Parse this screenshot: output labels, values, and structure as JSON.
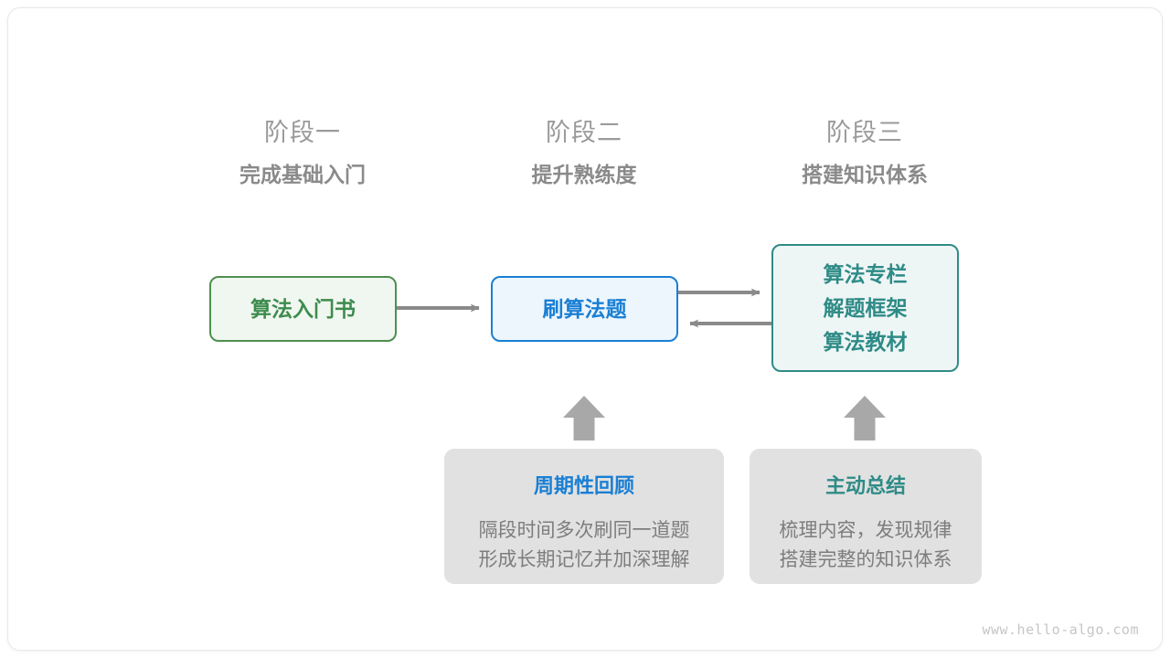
{
  "diagram": {
    "watermark": "www.hello-algo.com",
    "colors": {
      "green": "#3e8c4e",
      "blue": "#1a7fd4",
      "teal": "#2e8b87",
      "gray_text": "#8a8a8a",
      "gray_card": "#e1e1e1",
      "arrow": "#8a8a8a"
    },
    "stages": [
      {
        "number": "阶段一",
        "title": "完成基础入门"
      },
      {
        "number": "阶段二",
        "title": "提升熟练度"
      },
      {
        "number": "阶段三",
        "title": "搭建知识体系"
      }
    ],
    "nodes": [
      {
        "id": "book",
        "lines": [
          "算法入门书"
        ],
        "color": "green"
      },
      {
        "id": "practice",
        "lines": [
          "刷算法题"
        ],
        "color": "blue"
      },
      {
        "id": "system",
        "lines": [
          "算法专栏",
          "解题框架",
          "算法教材"
        ],
        "color": "teal"
      }
    ],
    "node_text": {
      "book_line1": "算法入门书",
      "practice_line1": "刷算法题",
      "system_line1": "算法专栏",
      "system_line2": "解题框架",
      "system_line3": "算法教材"
    },
    "cards": [
      {
        "id": "review",
        "title": "周期性回顾",
        "title_color": "blue",
        "body_line1": "隔段时间多次刷同一道题",
        "body_line2": "形成长期记忆并加深理解"
      },
      {
        "id": "summary",
        "title": "主动总结",
        "title_color": "teal",
        "body_line1": "梳理内容，发现规律",
        "body_line2": "搭建完整的知识体系"
      }
    ],
    "connections": [
      {
        "from": "book",
        "to": "practice",
        "direction": "right"
      },
      {
        "from": "practice",
        "to": "system",
        "direction": "right"
      },
      {
        "from": "system",
        "to": "practice",
        "direction": "left"
      },
      {
        "from": "review",
        "to": "practice",
        "direction": "up"
      },
      {
        "from": "summary",
        "to": "system",
        "direction": "up"
      }
    ]
  }
}
